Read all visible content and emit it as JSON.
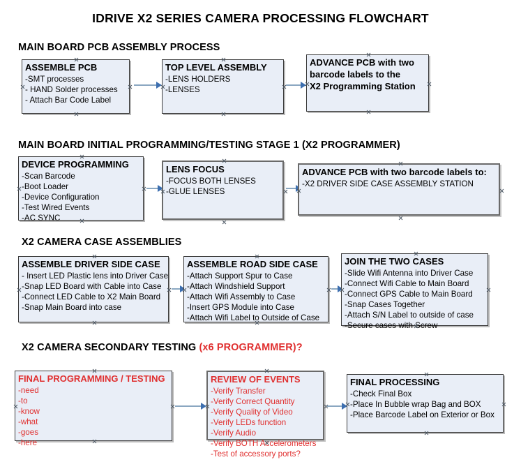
{
  "document": {
    "title": "IDRIVE X2  SERIES CAMERA PROCESSING FLOWCHART"
  },
  "sections": [
    {
      "id": "main-board-pcb-assembly",
      "header": "MAIN BOARD PCB ASSEMBLY PROCESS",
      "header_accent": ""
    },
    {
      "id": "main-board-initial-programming",
      "header": "MAIN BOARD INITIAL PROGRAMMING/TESTING STAGE 1 (X2 PROGRAMMER)",
      "header_accent": ""
    },
    {
      "id": "x2-camera-case-assemblies",
      "header": "X2 CAMERA CASE ASSEMBLIES",
      "header_accent": ""
    },
    {
      "id": "x2-camera-secondary-testing",
      "header": "X2 CAMERA SECONDARY TESTING ",
      "header_accent": "(x6 PROGRAMMER)?"
    }
  ],
  "nodes": {
    "assemble_pcb": {
      "title": "ASSEMBLE PCB",
      "lines": [
        "-SMT processes",
        "- HAND Solder processes",
        "- Attach Bar Code Label"
      ]
    },
    "top_level_assembly": {
      "title": "TOP LEVEL ASSEMBLY",
      "lines": [
        "-LENS HOLDERS",
        "-LENSES"
      ]
    },
    "advance_pcb_programming_station": {
      "title": "ADVANCE PCB with two",
      "lines": [
        "barcode labels to the",
        " X2 Programming Station"
      ]
    },
    "device_programming": {
      "title": "DEVICE PROGRAMMING",
      "lines": [
        "-Scan Barcode",
        "-Boot Loader",
        "-Device Configuration",
        "-Test Wired Events",
        "-AC SYNC"
      ]
    },
    "lens_focus": {
      "title": "LENS FOCUS",
      "lines": [
        "-FOCUS BOTH LENSES",
        "-GLUE LENSES"
      ]
    },
    "advance_pcb_driver_side": {
      "title": "ADVANCE PCB with two barcode labels to:",
      "lines": [
        "-X2 DRIVER  SIDE  CASE  ASSEMBLY STATION"
      ]
    },
    "assemble_driver_side_case": {
      "title": "ASSEMBLE DRIVER SIDE CASE",
      "lines": [
        "- Insert LED Plastic lens into Driver Case",
        "-Snap LED Board with Cable into Case",
        "-Connect LED Cable to X2 Main Board",
        "-Snap Main Board into case"
      ]
    },
    "assemble_road_side_case": {
      "title": "ASSEMBLE ROAD SIDE CASE",
      "lines": [
        "-Attach Support Spur to Case",
        "-Attach Windshield Support",
        "-Attach Wifi Assembly to Case",
        "-Insert GPS Module into Case",
        "-Attach Wifi Label to Outside of Case"
      ]
    },
    "join_the_two_cases": {
      "title": "JOIN THE TWO CASES",
      "lines": [
        "-Slide Wifi Antenna into Driver Case",
        "-Connect Wifi Cable to Main Board",
        "-Connect GPS Cable to Main Board",
        "-Snap Cases Together",
        "-Attach S/N Label to outside of case",
        "-Secure cases with Screw"
      ]
    },
    "final_programming_testing": {
      "title": "FINAL PROGRAMMING / TESTING",
      "lines": [
        "-need",
        "-to",
        "-know",
        "-what",
        "-goes",
        "-here"
      ]
    },
    "review_of_events": {
      "title": "REVIEW OF EVENTS",
      "lines": [
        "-Verify Transfer",
        "-Verify Correct Quantity",
        "-Verify Quality of Video",
        "-Verify LEDs function",
        "-Verify Audio",
        "-Verify BOTH Accelerometers",
        "-Test of accessory ports?"
      ]
    },
    "final_processing": {
      "title": "FINAL PROCESSING",
      "lines": [
        " -Check Final Box",
        "-Place In Bubble wrap Bag and BOX",
        "-Place Barcode Label on Exterior or Box"
      ]
    }
  },
  "colors": {
    "node_fill": "#e9eef7",
    "node_border": "#3a3a3a",
    "connector": "#8aa7c1",
    "arrowhead": "#3d6fb0",
    "accent_red": "#e03030",
    "text": "#000000"
  }
}
